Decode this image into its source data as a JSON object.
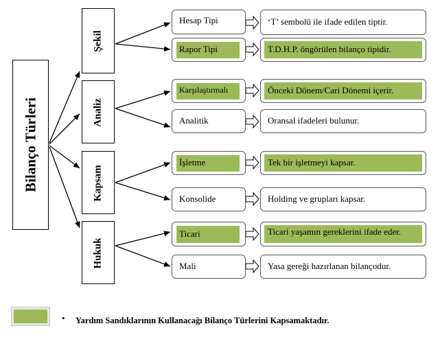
{
  "root": {
    "label": "Bilanço Türleri"
  },
  "categories": [
    {
      "label": "Şekil",
      "items": [
        {
          "name": "Hesap Tipi",
          "description": "‘T’ sembolü ile ifade edilen tiptir.",
          "highlighted": false
        },
        {
          "name": "Rapor Tipi",
          "description": "T.D.H.P. öngörülen bilanço tipidir.",
          "highlighted": true
        }
      ]
    },
    {
      "label": "Analiz",
      "items": [
        {
          "name": "Karşılaştırmalı",
          "description": "Önceki Dönem/Cari Dönemi içerir.",
          "highlighted": true
        },
        {
          "name": "Analitik",
          "description": "Oransal ifadeleri bulunur.",
          "highlighted": false
        }
      ]
    },
    {
      "label": "Kapsam",
      "items": [
        {
          "name": "İşletme",
          "description": "Tek bir işletmeyi kapsar.",
          "highlighted": true
        },
        {
          "name": "Konsolide",
          "description": "Holding ve grupları kapsar.",
          "highlighted": false
        }
      ]
    },
    {
      "label": "Hukuk",
      "items": [
        {
          "name": "Ticari",
          "description": "Ticari yaşamın gereklerini ifade eder.",
          "highlighted": true
        },
        {
          "name": "Mali",
          "description": "Yasa gereği hazırlanan bilançodur.",
          "highlighted": false
        }
      ]
    }
  ],
  "legend": {
    "bullet": "•",
    "text": "Yardım Sandıklarının Kullanacağı Bilanço Türlerini Kapsamaktadır.",
    "color": "#9bbb59"
  }
}
